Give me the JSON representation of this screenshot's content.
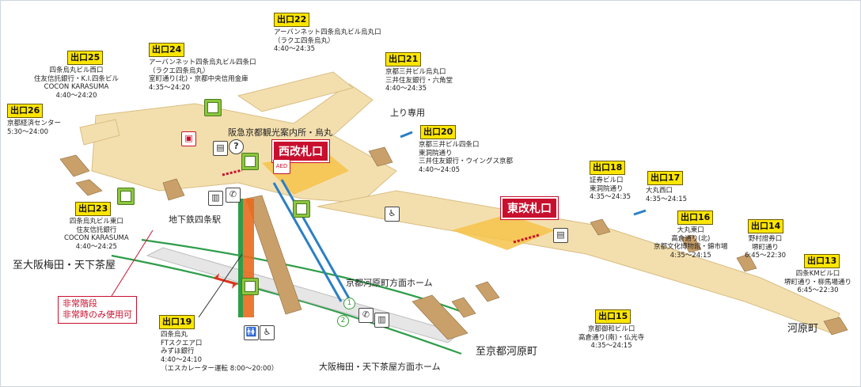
{
  "exits": [
    {
      "id": "22",
      "badge": "出口22",
      "lines": [
        "アーバンネット四条烏丸ビル烏丸口",
        "（ラクエ四条烏丸）",
        "4:40～24:35"
      ]
    },
    {
      "id": "24",
      "badge": "出口24",
      "lines": [
        "アーバンネット四条烏丸ビル四条口",
        "（ラクエ四条烏丸）",
        "室町通り(北)・京都中央信用金庫",
        "4:35～24:20"
      ]
    },
    {
      "id": "25",
      "badge": "出口25",
      "lines": [
        "四条烏丸ビル西口",
        "住友信託銀行・K.I.四条ビル",
        "COCON KARASUMA",
        "4:40～24:20"
      ]
    },
    {
      "id": "26",
      "badge": "出口26",
      "lines": [
        "京都経済センター",
        "5:30～24:00"
      ]
    },
    {
      "id": "21",
      "badge": "出口21",
      "lines": [
        "京都三井ビル烏丸口",
        "三井住友銀行・六角堂",
        "4:40～24:35"
      ]
    },
    {
      "id": "20",
      "badge": "出口20",
      "lines": [
        "京都三井ビル四条口",
        "東洞院通り",
        "三井住友銀行・ウイングス京都",
        "4:40～24:05"
      ]
    },
    {
      "id": "18",
      "badge": "出口18",
      "lines": [
        "証券ビル口",
        "東洞院通り",
        "4:35～24:35"
      ]
    },
    {
      "id": "17",
      "badge": "出口17",
      "lines": [
        "大丸西口",
        "4:35～24:15"
      ]
    },
    {
      "id": "16",
      "badge": "出口16",
      "lines": [
        "大丸東口",
        "高倉通り(北)",
        "京都文化博物館・錦市場",
        "4:35～24:15"
      ]
    },
    {
      "id": "14",
      "badge": "出口14",
      "lines": [
        "野村證券口",
        "堺町通り",
        "6:45～22:30"
      ]
    },
    {
      "id": "13",
      "badge": "出口13",
      "lines": [
        "四条KMビル口",
        "堺町通り・柳馬場通り",
        "6:45～22:30"
      ]
    },
    {
      "id": "23",
      "badge": "出口23",
      "lines": [
        "四条烏丸ビル東口",
        "住友信託銀行",
        "COCON KARASUMA",
        "4:40～24:25"
      ]
    },
    {
      "id": "15",
      "badge": "出口15",
      "lines": [
        "京都御和ビル口",
        "高倉通り(南)・仏光寺",
        "4:35～24:15"
      ]
    },
    {
      "id": "19",
      "badge": "出口19",
      "lines": [
        "四条烏丸",
        "FTスクエア口",
        "みずほ銀行",
        "4:40～24:10",
        "（エスカレーター運転 8:00～20:00）"
      ]
    }
  ],
  "gates": {
    "west": "西改札口",
    "east": "東改札口"
  },
  "places": {
    "hankyu_info": "阪急京都観光案内所・烏丸",
    "up_only": "上り専用",
    "subway": "地下鉄四条駅",
    "to_osaka": "至大阪梅田・天下茶屋",
    "to_kawaramachi": "至京都河原町",
    "kawaramachi": "河原町",
    "platform1": "京都河原町方面ホーム",
    "platform2": "大阪梅田・天下茶屋方面ホーム",
    "platform1_num": "1",
    "platform2_num": "2"
  },
  "emergency": [
    "非常階段",
    "非常時のみ使用可"
  ],
  "icons": {
    "info": "?",
    "aed": "AED",
    "phone": "✆",
    "toilet": "🚻",
    "accessible": "♿"
  },
  "colors": {
    "concourse": "#f3dfae",
    "concourse_shadow": "#e0c58a",
    "gate_zone": "#f6c34a",
    "platform": "#dedede",
    "track": "#2e9d4a",
    "gate_red": "#c8102e",
    "escalator": "#2a7fc4",
    "exit_yellow": "#ffe600"
  }
}
